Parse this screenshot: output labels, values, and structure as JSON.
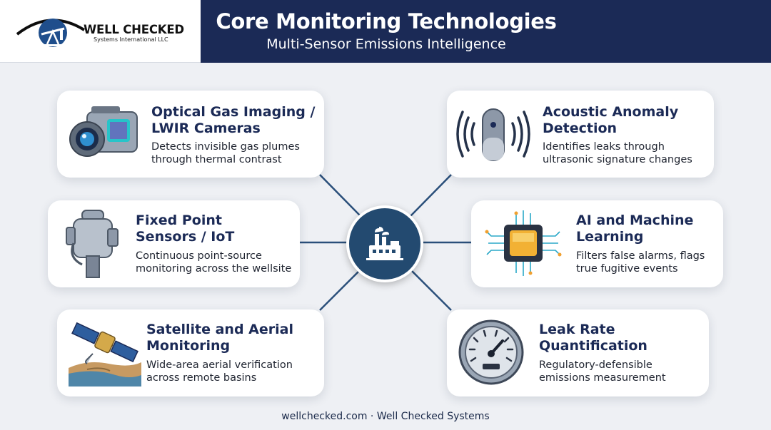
{
  "brand": {
    "name": "WELL CHECKED",
    "sub": "Systems International LLC"
  },
  "header": {
    "title": "Core Monitoring Technologies",
    "subtitle": "Multi-Sensor Emissions Intelligence"
  },
  "cards": [
    {
      "title_line1": "Optical Gas Imaging /",
      "title_line2": "LWIR Cameras",
      "desc_line1": "Detects invisible gas plumes",
      "desc_line2": "through thermal contrast",
      "icon": "thermal-camera-icon"
    },
    {
      "title_line1": "Acoustic Anomaly",
      "title_line2": "Detection",
      "desc_line1": "Identifies leaks through",
      "desc_line2": "ultrasonic signature changes",
      "icon": "acoustic-sensor-icon"
    },
    {
      "title_line1": "Fixed Point",
      "title_line2": "Sensors / IoT",
      "desc_line1": "Continuous point-source",
      "desc_line2": "monitoring across the wellsite",
      "icon": "fixed-sensor-icon"
    },
    {
      "title_line1": "AI and Machine",
      "title_line2": "Learning",
      "desc_line1": "Filters false alarms, flags",
      "desc_line2": "true fugitive events",
      "icon": "ai-chip-icon"
    },
    {
      "title_line1": "Satellite and Aerial",
      "title_line2": "Monitoring",
      "desc_line1": "Wide-area aerial verification",
      "desc_line2": "across remote basins",
      "icon": "satellite-icon"
    },
    {
      "title_line1": "Leak Rate",
      "title_line2": "Quantification",
      "desc_line1": "Regulatory-defensible",
      "desc_line2": "emissions measurement",
      "icon": "gauge-icon"
    }
  ],
  "hub": {
    "icon": "factory-icon"
  },
  "footer": {
    "text": "wellchecked.com · Well Checked Systems"
  },
  "colors": {
    "navy": "#1b2a56",
    "hub": "#234a70",
    "background": "#eef0f4"
  }
}
